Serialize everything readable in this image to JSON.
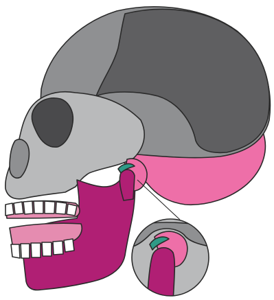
{
  "diagram": {
    "subject": "skull-lateral-view-with-temporomandibular-joint-detail",
    "colors": {
      "background": "#ffffff",
      "cranium_dark": "#5f5f61",
      "cranium_mid": "#8f9092",
      "face_light": "#b9babb",
      "occipital_pink": "#ee6fa8",
      "mandible": "#b01f74",
      "gum": "#e58cb0",
      "teeth": "#ffffff",
      "disc": "#2f9a86",
      "orbit": "#4a4a4c",
      "outline": "#2a2a2a"
    },
    "detail_inset": {
      "shape": "circle",
      "shows": "temporomandibular-joint-magnified"
    }
  }
}
